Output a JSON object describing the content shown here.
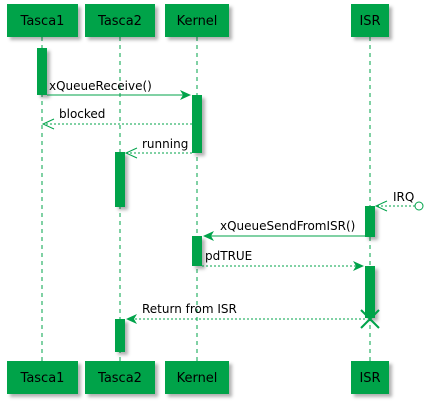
{
  "diagram": {
    "type": "sequence",
    "colors": {
      "participant_fill": "#00A34A",
      "participant_border": "#00A34A",
      "line": "#00A34A",
      "text": "#000000",
      "background": "#ffffff"
    },
    "participants": [
      {
        "id": "p1",
        "label": "Tasca1"
      },
      {
        "id": "p2",
        "label": "Tasca2"
      },
      {
        "id": "p3",
        "label": "Kernel"
      },
      {
        "id": "p4",
        "label": "ISR"
      }
    ],
    "messages": [
      {
        "from": "Tasca1",
        "to": "Kernel",
        "label": "xQueueReceive()",
        "style": "solid"
      },
      {
        "from": "Kernel",
        "to": "Tasca1",
        "label": "blocked",
        "style": "dashed"
      },
      {
        "from": "Kernel",
        "to": "Tasca2",
        "label": "running",
        "style": "dashed"
      },
      {
        "from": "external",
        "to": "ISR",
        "label": "IRQ",
        "style": "dashed"
      },
      {
        "from": "ISR",
        "to": "Kernel",
        "label": "xQueueSendFromISR()",
        "style": "solid"
      },
      {
        "from": "Kernel",
        "to": "ISR",
        "label": "pdTRUE",
        "style": "dashed"
      },
      {
        "from": "ISR",
        "to": "Tasca2",
        "label": "Return from ISR",
        "style": "dashed"
      }
    ]
  }
}
